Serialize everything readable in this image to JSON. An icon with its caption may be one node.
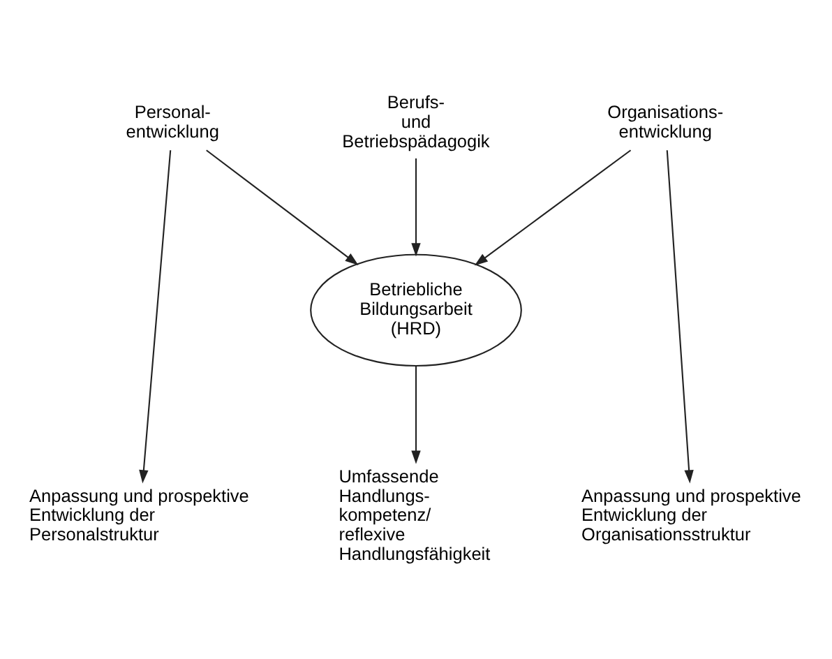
{
  "diagram": {
    "nodes": [
      {
        "text": [
          "Personal- entwicklung"
        ]
      },
      {
        "text": [
          "Berufs- und Betriebspädagogik"
        ]
      },
      {
        "text": [
          "Organisations- entwicklung"
        ]
      },
      {
        "text": [
          "Betriebliche Bildungsarbeit (HRD)"
        ]
      },
      {
        "text": [
          "Anpassung und prospektive Entwicklung der Personalstruktur"
        ]
      },
      {
        "text": [
          "Umfassende Handlungs- kompetenz/ reflexive Handlungsfähigkeit"
        ]
      },
      {
        "text": [
          "Anpassung und prospektive Entwicklung der Organisationsstruktur"
        ]
      }
    ],
    "edges": [
      {
        "from": 0,
        "to": 3,
        "arrow": "to"
      },
      {
        "from": 0,
        "to": 4,
        "arrow": "to"
      },
      {
        "from": 1,
        "to": 3,
        "arrow": "to"
      },
      {
        "from": 2,
        "to": 3,
        "arrow": "to"
      },
      {
        "from": 2,
        "to": 6,
        "arrow": "to"
      },
      {
        "from": 3,
        "to": 5,
        "arrow": "to"
      }
    ]
  }
}
